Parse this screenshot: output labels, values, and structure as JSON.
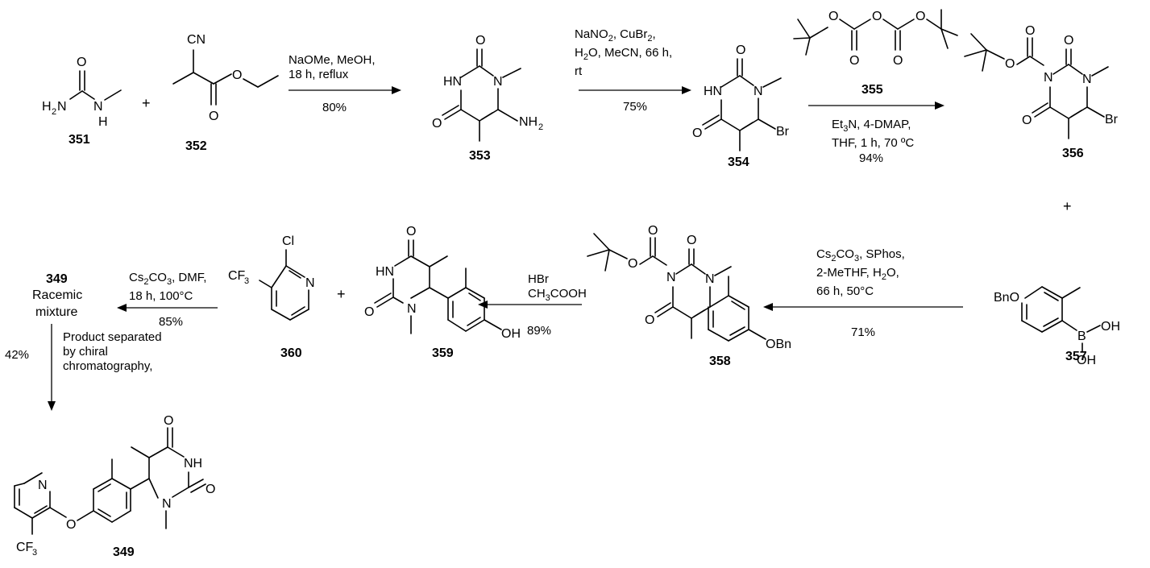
{
  "compounds": {
    "c351": "351",
    "c352": "352",
    "c353": "353",
    "c354": "354",
    "c355": "355",
    "c356": "356",
    "c357": "357",
    "c358": "358",
    "c359": "359",
    "c360": "360",
    "c349a": "349",
    "c349b": "349"
  },
  "labels": {
    "racemic_line1": "Racemic",
    "racemic_line2": "mixture"
  },
  "steps": {
    "s1": {
      "line1": "NaOMe, MeOH,",
      "line2": "18 h, reflux",
      "yield": "80%"
    },
    "s2": {
      "line1a": "NaNO",
      "line1b": ", CuBr",
      "line1c": ",",
      "line2a": "H",
      "line2b": "O, MeCN, 66 h,",
      "line3": "rt",
      "yield": "75%"
    },
    "s3": {
      "line1a": "Et",
      "line1b": "N, 4-DMAP,",
      "line2": "THF,  1 h, 70 ºC",
      "yield": "94%"
    },
    "s4": {
      "line1a": "Cs",
      "line1b": "CO",
      "line1c": ", SPhos,",
      "line2a": "2-MeTHF,  H",
      "line2b": "O,",
      "line3": "66 h, 50°C",
      "yield": "71%"
    },
    "s5": {
      "line1": "HBr",
      "line2a": "CH",
      "line2b": "COOH",
      "yield": "89%"
    },
    "s6": {
      "line1a": "Cs",
      "line1b": "CO",
      "line1c": ", DMF,",
      "line2": "18 h, 100°C",
      "yield": "85%"
    },
    "s7": {
      "yield": "42%",
      "line1": "Product separated",
      "line2": "by chiral",
      "line3": "chromatography,"
    }
  },
  "subscripts": {
    "two": "2",
    "three": "3"
  }
}
